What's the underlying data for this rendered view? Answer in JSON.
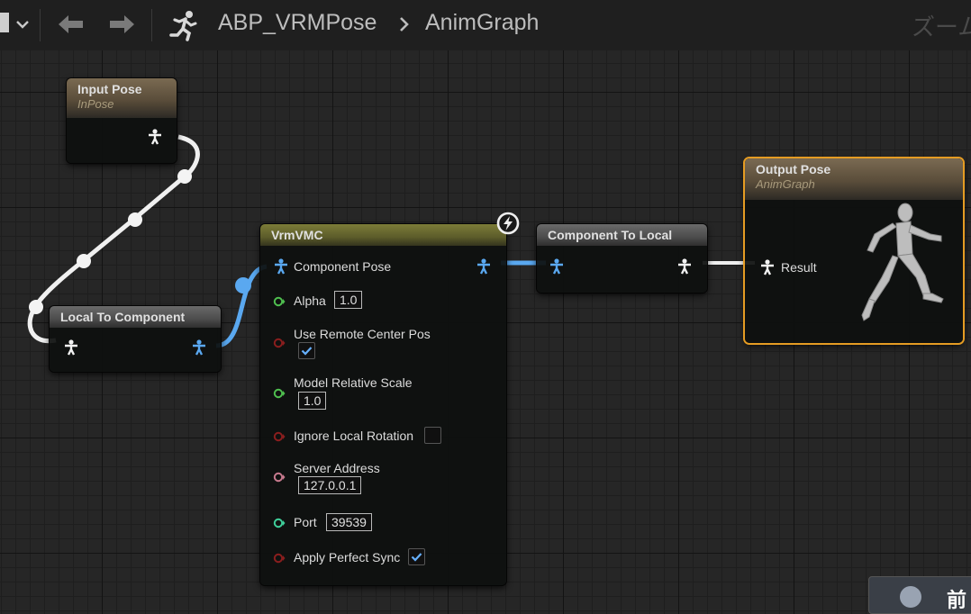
{
  "toolbar": {
    "asset_name": "ABP_VRMPose",
    "graph_name": "AnimGraph",
    "zoom_label": "ズーム",
    "bottom_button_label": "前"
  },
  "nodes": {
    "input_pose": {
      "title": "Input Pose",
      "subtitle": "InPose"
    },
    "local_to_component": {
      "title": "Local To Component"
    },
    "vrmvmc": {
      "title": "VrmVMC",
      "pins": {
        "component_pose": "Component Pose",
        "alpha": "Alpha",
        "alpha_value": "1.0",
        "use_remote_center_pos": "Use Remote Center Pos",
        "model_relative_scale": "Model Relative Scale",
        "model_relative_scale_value": "1.0",
        "ignore_local_rotation": "Ignore Local Rotation",
        "server_address": "Server Address",
        "server_address_value": "127.0.0.1",
        "port": "Port",
        "port_value": "39539",
        "apply_perfect_sync": "Apply Perfect Sync"
      },
      "checks": {
        "use_remote_center_pos": true,
        "ignore_local_rotation": false,
        "apply_perfect_sync": true
      }
    },
    "component_to_local": {
      "title": "Component To Local"
    },
    "output_pose": {
      "title": "Output Pose",
      "subtitle": "AnimGraph",
      "result_label": "Result"
    }
  },
  "colors": {
    "pose_wire_local": "#f0f0f0",
    "pose_wire_component": "#5aa8f0",
    "float_pin": "#4fbf4f",
    "bool_pin": "#8a1e1e",
    "string_pin": "#c77a8e",
    "int_pin": "#3fcf9a",
    "output_highlight": "#e59c23"
  },
  "icons": {
    "run": "running-man-icon",
    "back": "arrow-left-icon",
    "forward": "arrow-right-icon",
    "fast_path": "lightning-icon",
    "pose_pin": "pose-person-icon"
  }
}
